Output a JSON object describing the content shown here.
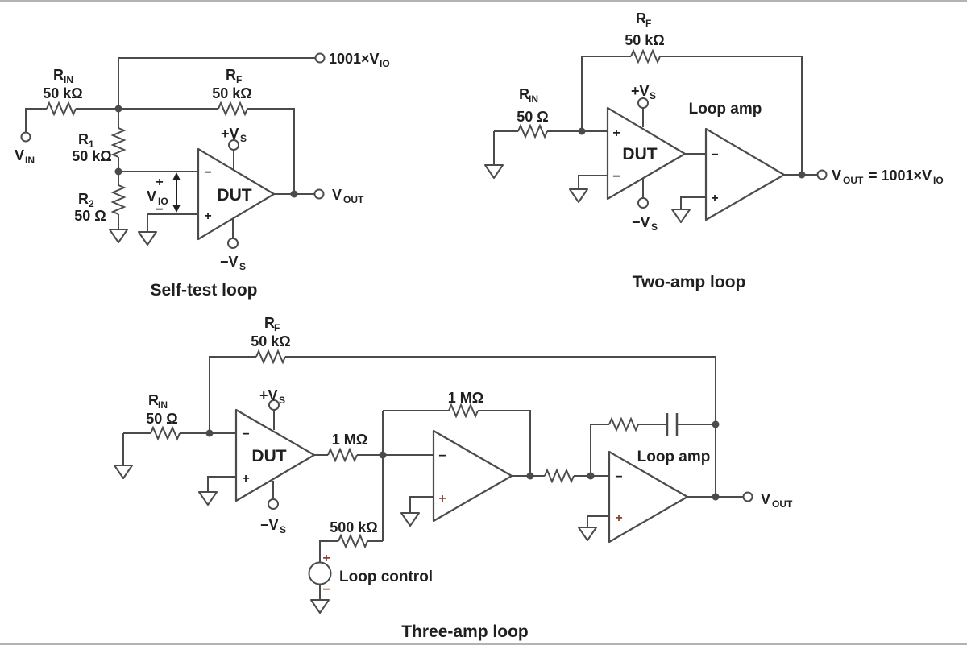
{
  "figure": {
    "colors": {
      "bg": "#ffffff",
      "ink": "#1f1f1f",
      "line": "#4b4b4b",
      "accent": "#8a4031",
      "border": "#b3b3b3"
    }
  },
  "sym": {
    "r": "R",
    "v": "V",
    "plus": "+",
    "minus": "−"
  },
  "self_test": {
    "caption": "Self-test loop",
    "dut_label": "DUT",
    "rin": {
      "sub": "IN",
      "value": "50 kΩ"
    },
    "r1": {
      "sub": "1",
      "value": "50 kΩ"
    },
    "r2": {
      "sub": "2",
      "value": "50 Ω"
    },
    "rf": {
      "sub": "F",
      "value": "50 kΩ"
    },
    "vin_sub": "IN",
    "vout_sub": "OUT",
    "tap": {
      "text": "1001×V",
      "sub": "IO"
    },
    "vio_sub": "IO",
    "vs_pos": {
      "text": "+V",
      "sub": "S"
    },
    "vs_neg": {
      "text": "−V",
      "sub": "S"
    }
  },
  "two_amp": {
    "caption": "Two-amp loop",
    "dut_label": "DUT",
    "loop_amp_label": "Loop amp",
    "rin": {
      "sub": "IN",
      "value": "50 Ω"
    },
    "rf": {
      "sub": "F",
      "value": "50 kΩ"
    },
    "vs_pos": {
      "text": "+V",
      "sub": "S"
    },
    "vs_neg": {
      "text": "−V",
      "sub": "S"
    },
    "vout": {
      "sub": "OUT",
      "eq": "= 1001×V",
      "eq_sub": "IO"
    }
  },
  "three_amp": {
    "caption": "Three-amp loop",
    "dut_label": "DUT",
    "loop_amp_label": "Loop amp",
    "loop_control_label": "Loop control",
    "rin": {
      "sub": "IN",
      "value": "50 Ω"
    },
    "rf": {
      "sub": "F",
      "value": "50 kΩ"
    },
    "r_series": "1 MΩ",
    "r_feedback": "1 MΩ",
    "r_control": "500 kΩ",
    "vs_pos": {
      "text": "+V",
      "sub": "S"
    },
    "vs_neg": {
      "text": "−V",
      "sub": "S"
    },
    "vout_sub": "OUT"
  }
}
